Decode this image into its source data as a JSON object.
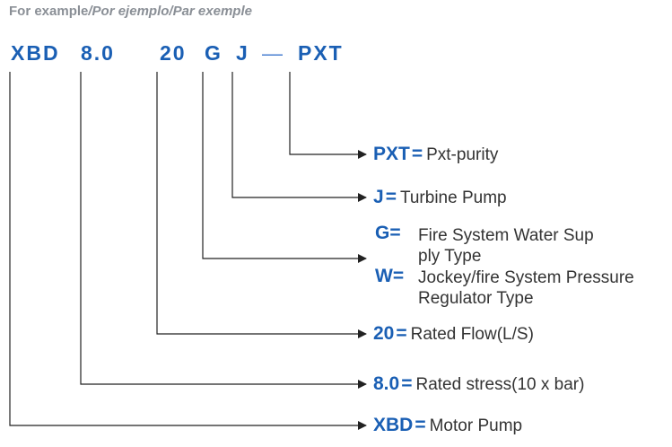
{
  "header": {
    "part1": "For example",
    "sep1": "/",
    "part2": "Por ejemplo",
    "sep2": "/",
    "part3": "Par exemple"
  },
  "code": {
    "xbd": "XBD",
    "pressure": "8.0",
    "flow": "20",
    "g": "G",
    "j": "J",
    "dash": "—",
    "pxt": "PXT"
  },
  "definitions": {
    "pxt": {
      "key": "PXT",
      "eq": "=",
      "text": "Pxt-purity"
    },
    "j": {
      "key": "J",
      "eq": "=",
      "text": "Turbine Pump"
    },
    "g": {
      "key": "G",
      "eq": "=",
      "line1": "Fire System Water Sup",
      "line2": "ply Type"
    },
    "w": {
      "key": "W",
      "eq": "=",
      "line1": "Jockey/fire System Pressure",
      "line2": "Regulator Type"
    },
    "flow": {
      "key": "20",
      "eq": "=",
      "text": "Rated Flow(L/S)"
    },
    "stress": {
      "key": "8.0",
      "eq": "=",
      "text": "Rated stress(10 x bar)"
    },
    "xbd": {
      "key": "XBD",
      "eq": "=",
      "text": "Motor Pump"
    }
  },
  "colors": {
    "accent": "#1a5fb4",
    "text": "#333333",
    "header": "#8a8f96",
    "line": "#222222"
  }
}
